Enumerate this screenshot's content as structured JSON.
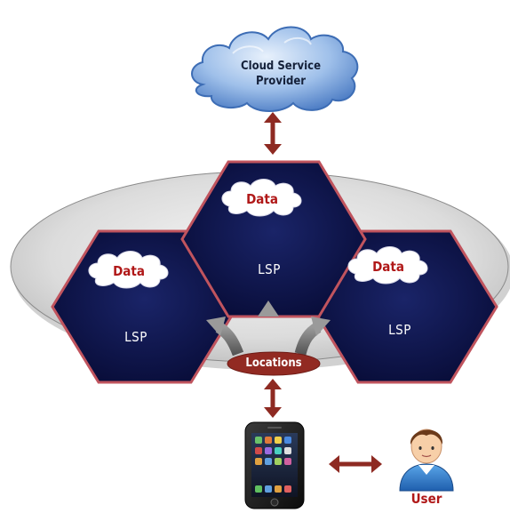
{
  "diagram": {
    "cloud_label_line1": "Cloud Service",
    "cloud_label_line2": "Provider",
    "nodes": [
      {
        "data_label": "Data",
        "node_label": "LSP"
      },
      {
        "data_label": "Data",
        "node_label": "LSP"
      },
      {
        "data_label": "Data",
        "node_label": "LSP"
      }
    ],
    "locations_label": "Locations",
    "user_label": "User"
  },
  "colors": {
    "hex_fill": "#0d1450",
    "hex_border": "#c0545e",
    "arrow_red": "#8e2a22",
    "locations_pill": "#922a22",
    "cloud_blue": "#6f9ad6",
    "platform_gray": "#d9d9d9",
    "data_text": "#b01818"
  },
  "icons": [
    "cloud-icon",
    "smartphone-icon",
    "user-avatar-icon"
  ]
}
